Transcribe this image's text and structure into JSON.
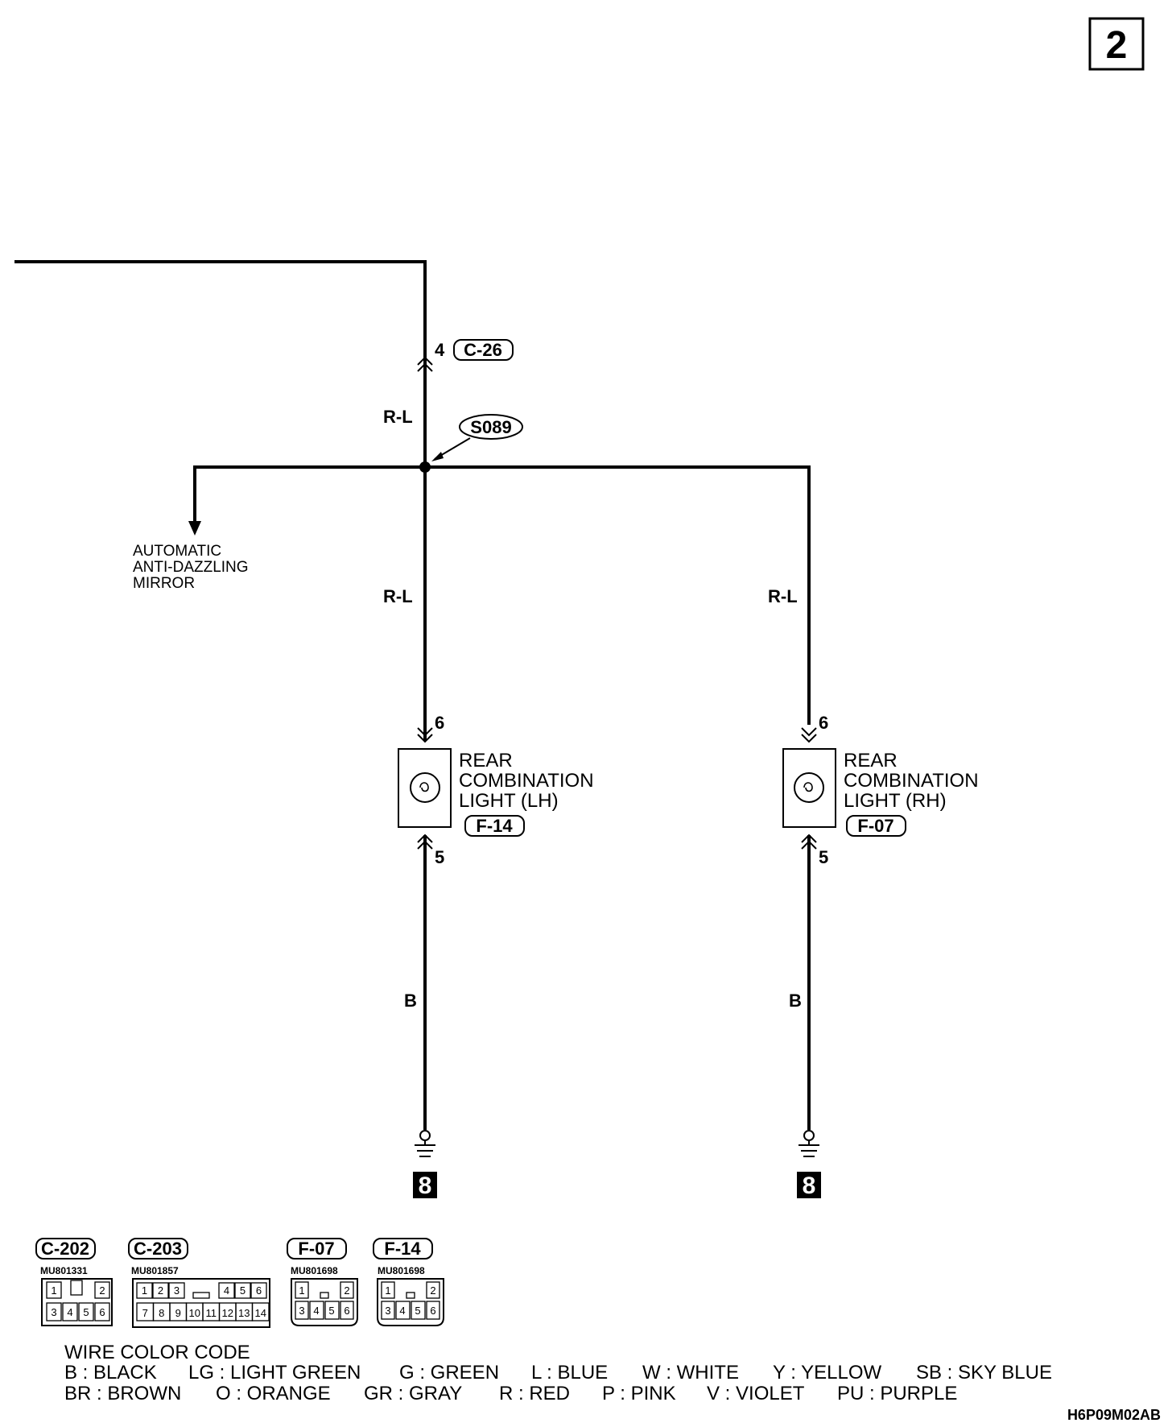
{
  "page_number": "2",
  "drawing_code": "H6P09M02AB",
  "upper_connector": {
    "pin": "4",
    "id": "C-26"
  },
  "splice": "S089",
  "wires": {
    "trunk": "R-L",
    "lh": "R-L",
    "rh": "R-L",
    "lh_ground": "B",
    "rh_ground": "B"
  },
  "branch_destination": [
    "AUTOMATIC",
    "ANTI-DAZZLING",
    "MIRROR"
  ],
  "lh_light": {
    "pin_in": "6",
    "pin_out": "5",
    "name": [
      "REAR",
      "COMBINATION",
      "LIGHT (LH)"
    ],
    "connector": "F-14",
    "ground": "8"
  },
  "rh_light": {
    "pin_in": "6",
    "pin_out": "5",
    "name": [
      "REAR",
      "COMBINATION",
      "LIGHT (RH)"
    ],
    "connector": "F-07",
    "ground": "8"
  },
  "connector_views": [
    {
      "id": "C-202",
      "part_no": "MU801331",
      "pins": [
        "1",
        "2",
        "3",
        "4",
        "5",
        "6"
      ]
    },
    {
      "id": "C-203",
      "part_no": "MU801857",
      "pins": [
        "1",
        "2",
        "3",
        "4",
        "5",
        "6",
        "7",
        "8",
        "9",
        "10",
        "11",
        "12",
        "13",
        "14"
      ]
    },
    {
      "id": "F-07",
      "part_no": "MU801698",
      "pins": [
        "1",
        "2",
        "3",
        "4",
        "5",
        "6"
      ]
    },
    {
      "id": "F-14",
      "part_no": "MU801698",
      "pins": [
        "1",
        "2",
        "3",
        "4",
        "5",
        "6"
      ]
    }
  ],
  "legend": {
    "title": "WIRE COLOR CODE",
    "row1": [
      "B : BLACK",
      "LG : LIGHT GREEN",
      "G : GREEN",
      "L : BLUE",
      "W : WHITE",
      "Y : YELLOW",
      "SB : SKY BLUE"
    ],
    "row2": [
      "BR : BROWN",
      "O : ORANGE",
      "GR : GRAY",
      "R : RED",
      "P : PINK",
      "V : VIOLET",
      "PU : PURPLE"
    ]
  }
}
